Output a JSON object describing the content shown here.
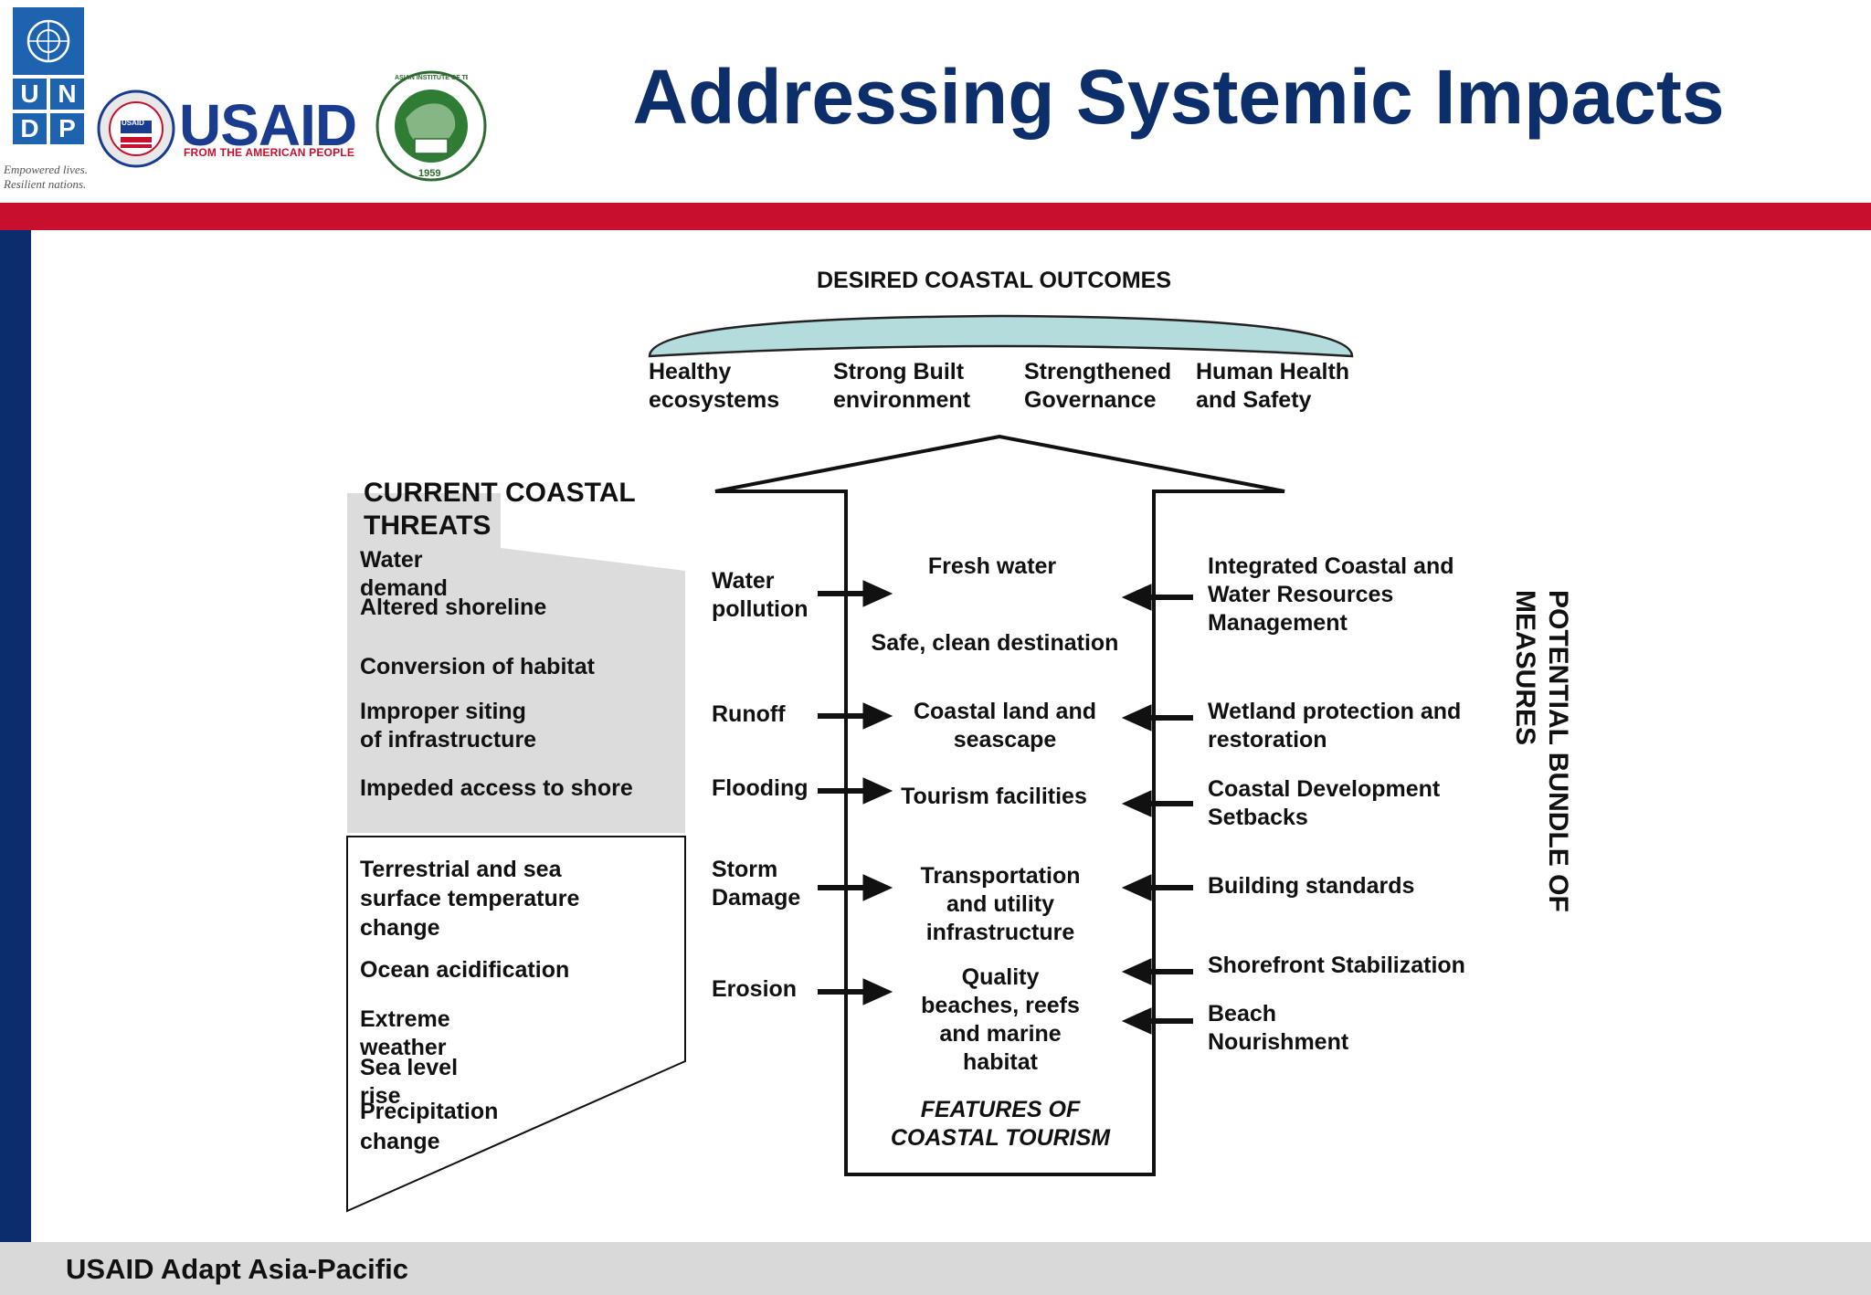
{
  "header": {
    "title": "Addressing Systemic Impacts",
    "undp": {
      "letters": [
        "U",
        "N",
        "D",
        "P"
      ],
      "tagline": [
        "Empowered lives.",
        "Resilient nations."
      ]
    },
    "usaid": {
      "name": "USAID",
      "tagline": "FROM THE AMERICAN PEOPLE",
      "seal_text": "USAID"
    },
    "ait": {
      "name": "ASIAN INSTITUTE OF TECHNOLOGY",
      "year": "1959"
    }
  },
  "footer": {
    "text": "USAID Adapt Asia-Pacific"
  },
  "diagram": {
    "outcomes": {
      "heading": "DESIRED COASTAL OUTCOMES",
      "items": [
        {
          "line1": "Healthy",
          "line2": "ecosystems"
        },
        {
          "line1": "Strong Built",
          "line2": "environment"
        },
        {
          "line1": "Strengthened",
          "line2": "Governance"
        },
        {
          "line1": "Human Health",
          "line2": "and Safety"
        }
      ]
    },
    "threats": {
      "heading1": "CURRENT COASTAL",
      "heading2": "THREATS",
      "current": [
        {
          "text": "Water\ndemand"
        },
        {
          "text": "Altered shoreline"
        },
        {
          "text": "Conversion of habitat"
        },
        {
          "text": "Improper siting\nof infrastructure"
        },
        {
          "text": "Impeded access to shore"
        }
      ],
      "future": [
        {
          "text": "Terrestrial and sea\nsurface temperature\nchange"
        },
        {
          "text": "Ocean acidification"
        },
        {
          "text": "Extreme\nweather"
        },
        {
          "text": "Sea level\nrise"
        },
        {
          "text": "Precipitation\nchange"
        }
      ]
    },
    "impacts": [
      {
        "text": "Water\npollution"
      },
      {
        "text": "Runoff"
      },
      {
        "text": "Flooding"
      },
      {
        "text": "Storm\nDamage"
      },
      {
        "text": "Erosion"
      }
    ],
    "features": {
      "items": [
        {
          "text": "Fresh water"
        },
        {
          "text": "Safe, clean destination"
        },
        {
          "text": "Coastal land and\nseascape"
        },
        {
          "text": "Tourism facilities"
        },
        {
          "text": "Transportation\nand utility\ninfrastructure"
        },
        {
          "text": "Quality\nbeaches, reefs\nand marine\nhabitat"
        }
      ],
      "label": "FEATURES OF\nCOASTAL TOURISM"
    },
    "measures": {
      "label": "POTENTIAL BUNDLE OF\nMEASURES",
      "items": [
        {
          "text": "Integrated Coastal and\nWater Resources\nManagement"
        },
        {
          "text": "Wetland protection and\nrestoration"
        },
        {
          "text": "Coastal Development\nSetbacks"
        },
        {
          "text": "Building standards"
        },
        {
          "text": "Shorefront Stabilization"
        },
        {
          "text": "Beach\nNourishment"
        }
      ]
    }
  }
}
